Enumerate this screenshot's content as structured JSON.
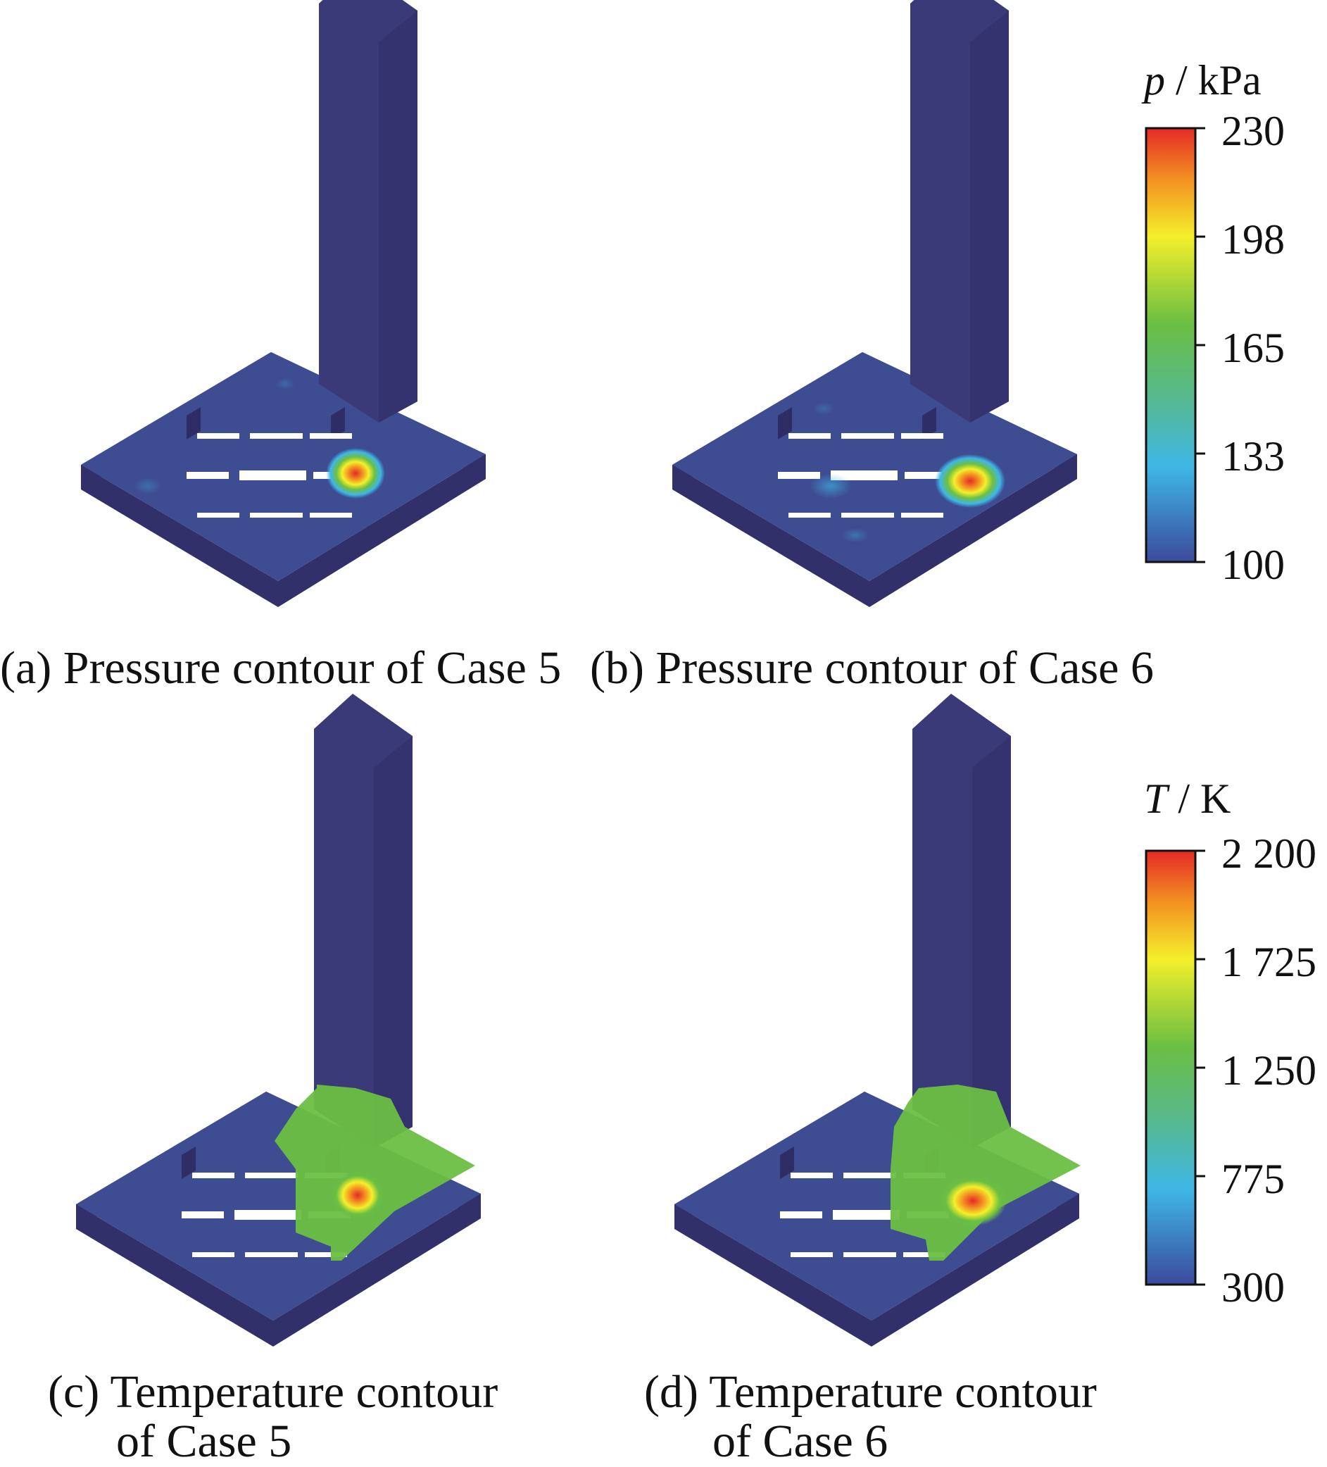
{
  "panels": [
    {
      "id": "a",
      "caption": "(a) Pressure contour of Case 5",
      "field": "pressure",
      "case": "Case 5"
    },
    {
      "id": "b",
      "caption": "(b) Pressure contour of Case 6",
      "field": "pressure",
      "case": "Case 6"
    },
    {
      "id": "c",
      "caption_line1": "(c) Temperature contour",
      "caption_line2": "of Case 5",
      "field": "temperature",
      "case": "Case 5"
    },
    {
      "id": "d",
      "caption_line1": "(d) Temperature contour",
      "caption_line2": "of Case 6",
      "field": "temperature",
      "case": "Case 6"
    }
  ],
  "colorbars": {
    "pressure": {
      "symbol": "p",
      "unit": " / kPa",
      "ticks": [
        "230",
        "198",
        "165",
        "133",
        "100"
      ],
      "min": 100,
      "max": 230
    },
    "temperature": {
      "symbol": "T",
      "unit": " / K",
      "ticks": [
        "2 200",
        "1 725",
        "1 250",
        "775",
        "300"
      ],
      "min": 300,
      "max": 2200
    }
  },
  "colors": {
    "background": "#ffffff",
    "model_body": "#3b3a78",
    "plate_top": "#3e4c92",
    "plate_side": "#31306b",
    "colormap": [
      "#3b4a9c",
      "#3fb7e6",
      "#6bbf43",
      "#f4ef2b",
      "#f39222",
      "#e42a26"
    ]
  }
}
